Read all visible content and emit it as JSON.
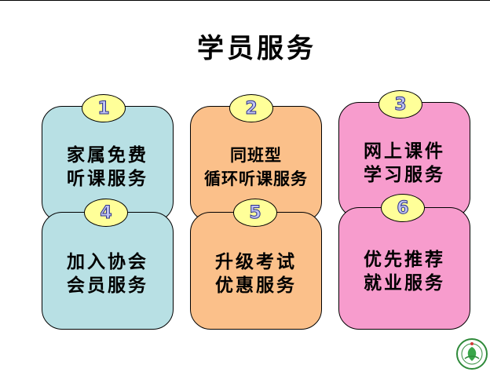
{
  "title": "学员服务",
  "services": [
    {
      "number": "1",
      "line1": "家属免费",
      "line2": "听课服务"
    },
    {
      "number": "2",
      "line1": "同班型",
      "line2": "循环听课服务"
    },
    {
      "number": "3",
      "line1": "网上课件",
      "line2": "学习服务"
    },
    {
      "number": "4",
      "line1": "加入协会",
      "line2": "会员服务"
    },
    {
      "number": "5",
      "line1": "升级考试",
      "line2": "优惠服务"
    },
    {
      "number": "6",
      "line1": "优先推荐",
      "line2": "就业服务"
    }
  ],
  "colors": {
    "blue": "#b8e0e4",
    "orange": "#fbc08a",
    "pink": "#f79ccd",
    "badge": "#ffff99"
  },
  "logo_icon": "association-logo-icon"
}
